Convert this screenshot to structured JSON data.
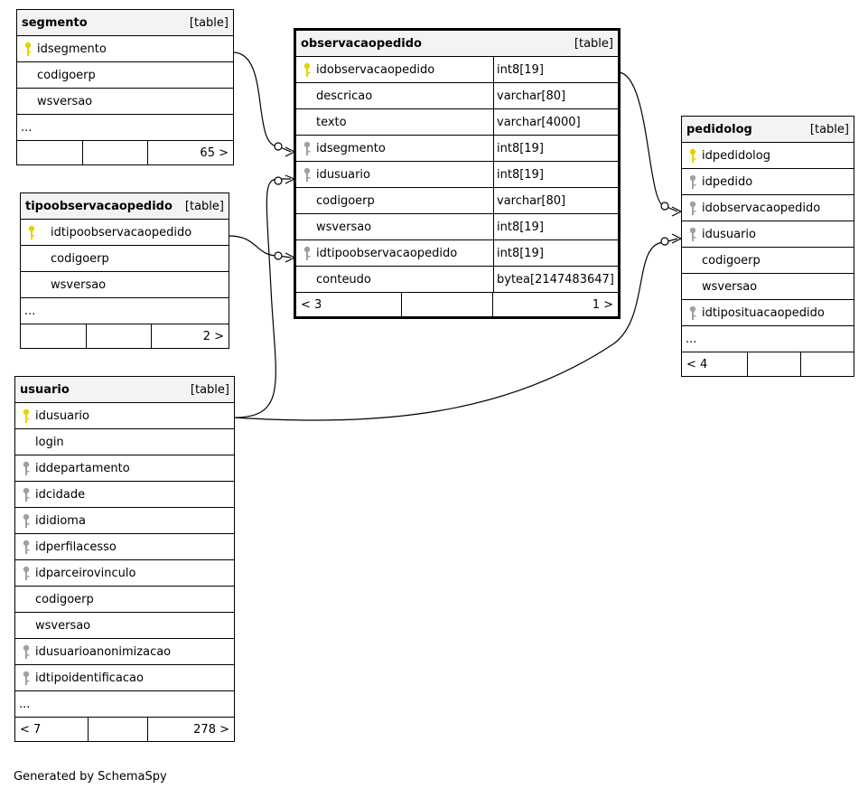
{
  "tables": {
    "segmento": {
      "name": "segmento",
      "kind": "[table]",
      "columns": [
        "idsegmento",
        "codigoerp",
        "wsversao"
      ],
      "more": "...",
      "footer": [
        "",
        "",
        "65 >"
      ]
    },
    "tipoobservacaopedido": {
      "name": "tipoobservacaopedido",
      "kind": "[table]",
      "columns": [
        "idtipoobservacaopedido",
        "codigoerp",
        "wsversao"
      ],
      "more": "...",
      "footer": [
        "",
        "",
        "2 >"
      ]
    },
    "usuario": {
      "name": "usuario",
      "kind": "[table]",
      "columns": [
        "idusuario",
        "login",
        "iddepartamento",
        "idcidade",
        "ididioma",
        "idperfilacesso",
        "idparceirovinculo",
        "codigoerp",
        "wsversao",
        "idusuarioanonimizacao",
        "idtipoidentificacao"
      ],
      "more": "...",
      "footer": [
        "< 7",
        "",
        "278 >"
      ]
    },
    "observacaopedido": {
      "name": "observacaopedido",
      "kind": "[table]",
      "columns": [
        {
          "name": "idobservacaopedido",
          "type": "int8[19]"
        },
        {
          "name": "descricao",
          "type": "varchar[80]"
        },
        {
          "name": "texto",
          "type": "varchar[4000]"
        },
        {
          "name": "idsegmento",
          "type": "int8[19]"
        },
        {
          "name": "idusuario",
          "type": "int8[19]"
        },
        {
          "name": "codigoerp",
          "type": "varchar[80]"
        },
        {
          "name": "wsversao",
          "type": "int8[19]"
        },
        {
          "name": "idtipoobservacaopedido",
          "type": "int8[19]"
        },
        {
          "name": "conteudo",
          "type": "bytea[2147483647]"
        }
      ],
      "footer": [
        "< 3",
        "",
        "1 >"
      ]
    },
    "pedidolog": {
      "name": "pedidolog",
      "kind": "[table]",
      "columns": [
        "idpedidolog",
        "idpedido",
        "idobservacaopedido",
        "idusuario",
        "codigoerp",
        "wsversao",
        "idtiposituacaopedido"
      ],
      "more": "...",
      "footer": [
        "< 4",
        "",
        ""
      ]
    }
  },
  "key_icons": {
    "segmento": [
      "primary-key-icon",
      "none",
      "none"
    ],
    "tipoobservacaopedido": [
      "primary-key-icon",
      "none",
      "none"
    ],
    "usuario": [
      "primary-key-icon",
      "none",
      "foreign-key-icon",
      "foreign-key-icon",
      "foreign-key-icon",
      "foreign-key-icon",
      "foreign-key-icon",
      "none",
      "none",
      "foreign-key-icon",
      "foreign-key-icon"
    ],
    "observacaopedido": [
      "primary-key-icon",
      "none",
      "none",
      "foreign-key-icon",
      "foreign-key-icon",
      "none",
      "none",
      "foreign-key-icon",
      "none"
    ],
    "pedidolog": [
      "primary-key-icon",
      "foreign-key-icon",
      "foreign-key-icon",
      "foreign-key-icon",
      "none",
      "none",
      "foreign-key-icon"
    ]
  },
  "colors": {
    "primary_key": "#e6d200",
    "foreign_key": "#a0a0a0",
    "header_bg": "#f3f3f3"
  },
  "generated_by": "Generated by SchemaSpy"
}
